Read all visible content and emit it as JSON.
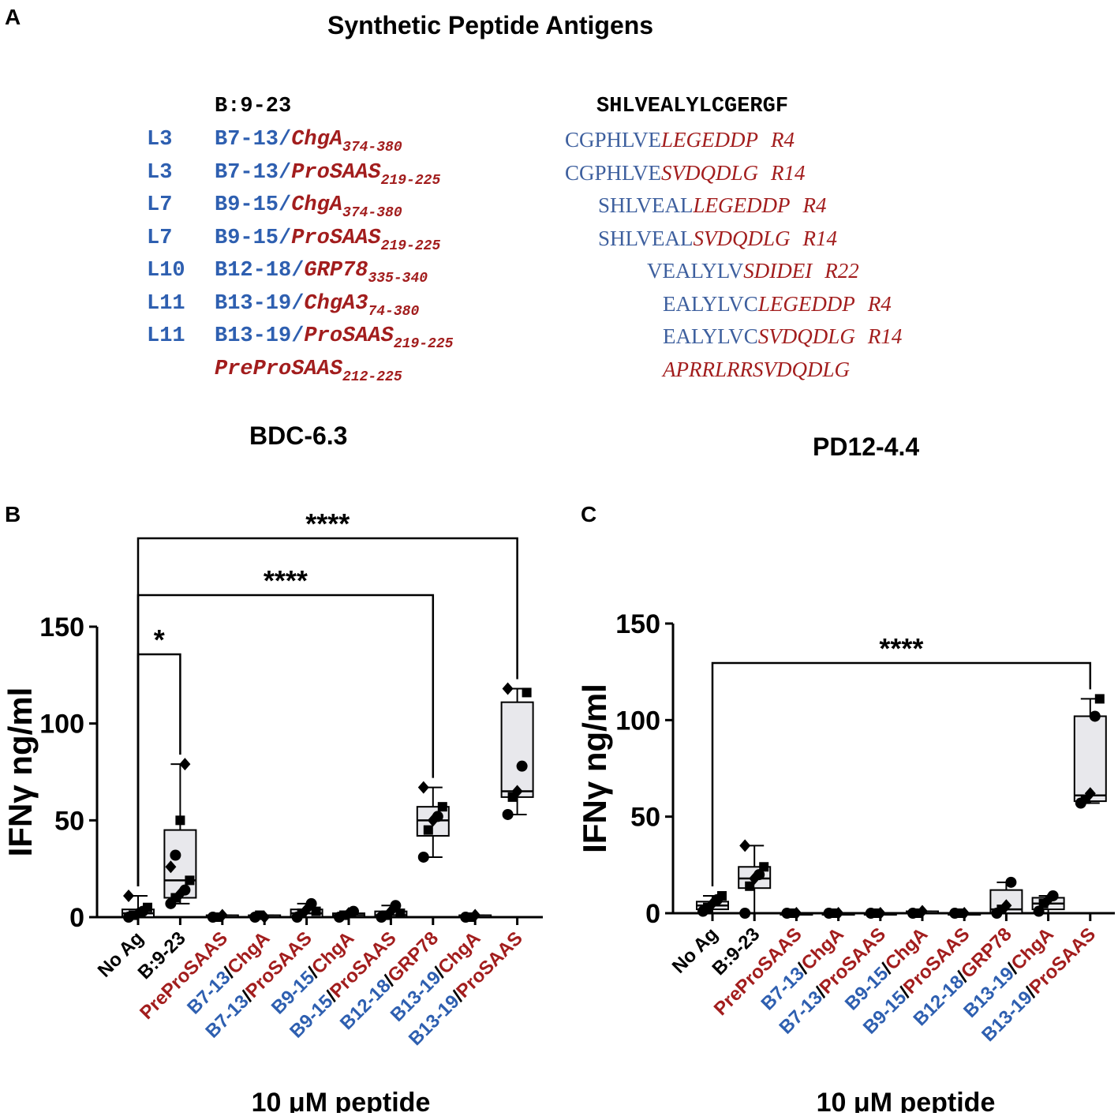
{
  "panels": {
    "a": "A",
    "b": "B",
    "c": "C"
  },
  "table": {
    "title": "Synthetic Peptide Antigens",
    "header": {
      "name": "B:9-23",
      "seq": "SHLVEALYLCGERGF"
    },
    "rows": [
      {
        "loop": "L3",
        "ins": "B7-13/",
        "frag": "ChgA",
        "sub": "374-380",
        "seq_blue": "CGPHLVE",
        "seq_red": "LEGEDDP",
        "tag": "R4"
      },
      {
        "loop": "L3",
        "ins": "B7-13/",
        "frag": "ProSAAS",
        "sub": "219-225",
        "seq_blue": "CGPHLVE",
        "seq_red": "SVDQDLG",
        "tag": "R14"
      },
      {
        "loop": "L7",
        "ins": "B9-15/",
        "frag": "ChgA",
        "sub": "374-380",
        "seq_blue": "SHLVEAL",
        "seq_red": "LEGEDDP",
        "tag": "R4"
      },
      {
        "loop": "L7",
        "ins": "B9-15/",
        "frag": "ProSAAS",
        "sub": "219-225",
        "seq_blue": "SHLVEAL",
        "seq_red": "SVDQDLG",
        "tag": "R14"
      },
      {
        "loop": "L10",
        "ins": "B12-18/",
        "frag": "GRP78",
        "sub": "335-340",
        "seq_blue": "VEALYLV",
        "seq_red": "SDIDEI",
        "tag": "R22"
      },
      {
        "loop": "L11",
        "ins": "B13-19/",
        "frag": "ChgA3",
        "sub": "74-380",
        "seq_blue": "EALYLVC",
        "seq_red": "LEGEDDP",
        "tag": "R4"
      },
      {
        "loop": "L11",
        "ins": "B13-19/",
        "frag": "ProSAAS",
        "sub": "219-225",
        "seq_blue": "EALYLVC",
        "seq_red": "SVDQDLG",
        "tag": "R14"
      },
      {
        "loop": "",
        "ins": "",
        "frag": "PreProSAAS",
        "sub": "212-225",
        "seq_blue": "",
        "seq_red": "APRRLRRSVDQDLG",
        "tag": ""
      }
    ]
  },
  "colors": {
    "blue": "#2e5fb0",
    "red": "#a21d1d",
    "black": "#000000",
    "box_fill": "#e8e8ec"
  },
  "chart_data": [
    {
      "type": "box",
      "title": "BDC-6.3",
      "ylabel": "IFNγ ng/ml",
      "xlabel": "10 μM peptide",
      "ylim": [
        0,
        150
      ],
      "yticks": [
        0,
        50,
        100,
        150
      ],
      "categories": [
        {
          "parts": [
            {
              "t": "No Ag",
              "c": "black"
            }
          ]
        },
        {
          "parts": [
            {
              "t": "B:9-23",
              "c": "black"
            }
          ]
        },
        {
          "parts": [
            {
              "t": "PreProSAAS",
              "c": "red"
            }
          ]
        },
        {
          "parts": [
            {
              "t": "B7-13",
              "c": "blue"
            },
            {
              "t": "/",
              "c": "black"
            },
            {
              "t": "ChgA",
              "c": "red"
            }
          ]
        },
        {
          "parts": [
            {
              "t": "B7-13",
              "c": "blue"
            },
            {
              "t": "/",
              "c": "black"
            },
            {
              "t": "ProSAAS",
              "c": "red"
            }
          ]
        },
        {
          "parts": [
            {
              "t": "B9-15",
              "c": "blue"
            },
            {
              "t": "/",
              "c": "black"
            },
            {
              "t": "ChgA",
              "c": "red"
            }
          ]
        },
        {
          "parts": [
            {
              "t": "B9-15",
              "c": "blue"
            },
            {
              "t": "/",
              "c": "black"
            },
            {
              "t": "ProSAAS",
              "c": "red"
            }
          ]
        },
        {
          "parts": [
            {
              "t": "B12-18",
              "c": "blue"
            },
            {
              "t": "/",
              "c": "black"
            },
            {
              "t": "GRP78",
              "c": "red"
            }
          ]
        },
        {
          "parts": [
            {
              "t": "B13-19",
              "c": "blue"
            },
            {
              "t": "/",
              "c": "black"
            },
            {
              "t": "ChgA",
              "c": "red"
            }
          ]
        },
        {
          "parts": [
            {
              "t": "B13-19",
              "c": "blue"
            },
            {
              "t": "/",
              "c": "black"
            },
            {
              "t": "ProSAAS",
              "c": "red"
            }
          ]
        }
      ],
      "boxes": [
        {
          "min": 0,
          "q1": 0,
          "median": 2,
          "q3": 4,
          "max": 11,
          "points": [
            0,
            1,
            2,
            3,
            5,
            11
          ]
        },
        {
          "min": 7,
          "q1": 10,
          "median": 19,
          "q3": 45,
          "max": 79,
          "points": [
            7,
            10,
            12,
            14,
            19,
            26,
            32,
            50,
            79
          ]
        },
        {
          "min": 0,
          "q1": 0,
          "median": 0,
          "q3": 1,
          "max": 1,
          "points": [
            0,
            0,
            1
          ]
        },
        {
          "min": 0,
          "q1": 0,
          "median": 0,
          "q3": 1,
          "max": 1,
          "points": [
            0,
            1,
            0
          ]
        },
        {
          "min": 0,
          "q1": 0,
          "median": 2,
          "q3": 4,
          "max": 7,
          "points": [
            0,
            2,
            4,
            7,
            3
          ]
        },
        {
          "min": 0,
          "q1": 0,
          "median": 1,
          "q3": 2,
          "max": 3,
          "points": [
            0,
            1,
            2,
            3
          ]
        },
        {
          "min": 0,
          "q1": 0,
          "median": 1,
          "q3": 3,
          "max": 6,
          "points": [
            0,
            1,
            3,
            6,
            2
          ]
        },
        {
          "min": 31,
          "q1": 42,
          "median": 50,
          "q3": 57,
          "max": 67,
          "points": [
            31,
            45,
            50,
            52,
            57,
            67
          ]
        },
        {
          "min": 0,
          "q1": 0,
          "median": 0,
          "q3": 1,
          "max": 1,
          "points": [
            0,
            0,
            1
          ]
        },
        {
          "min": 53,
          "q1": 62,
          "median": 65,
          "q3": 111,
          "max": 118,
          "points": [
            53,
            62,
            65,
            78,
            116,
            118
          ]
        }
      ],
      "brackets": [
        {
          "from": 0,
          "to": 1,
          "label": "*"
        },
        {
          "from": 0,
          "to": 7,
          "label": "****"
        },
        {
          "from": 0,
          "to": 9,
          "label": "****"
        }
      ]
    },
    {
      "type": "box",
      "title": "PD12-4.4",
      "ylabel": "IFNγ ng/ml",
      "xlabel": "10 μM peptide",
      "ylim": [
        0,
        150
      ],
      "yticks": [
        0,
        50,
        100,
        150
      ],
      "categories": [
        {
          "parts": [
            {
              "t": "No Ag",
              "c": "black"
            }
          ]
        },
        {
          "parts": [
            {
              "t": "B:9-23",
              "c": "black"
            }
          ]
        },
        {
          "parts": [
            {
              "t": "PreProSAAS",
              "c": "red"
            }
          ]
        },
        {
          "parts": [
            {
              "t": "B7-13",
              "c": "blue"
            },
            {
              "t": "/",
              "c": "black"
            },
            {
              "t": "ChgA",
              "c": "red"
            }
          ]
        },
        {
          "parts": [
            {
              "t": "B7-13",
              "c": "blue"
            },
            {
              "t": "/",
              "c": "black"
            },
            {
              "t": "ProSAAS",
              "c": "red"
            }
          ]
        },
        {
          "parts": [
            {
              "t": "B9-15",
              "c": "blue"
            },
            {
              "t": "/",
              "c": "black"
            },
            {
              "t": "ChgA",
              "c": "red"
            }
          ]
        },
        {
          "parts": [
            {
              "t": "B9-15",
              "c": "blue"
            },
            {
              "t": "/",
              "c": "black"
            },
            {
              "t": "ProSAAS",
              "c": "red"
            }
          ]
        },
        {
          "parts": [
            {
              "t": "B12-18",
              "c": "blue"
            },
            {
              "t": "/",
              "c": "black"
            },
            {
              "t": "GRP78",
              "c": "red"
            }
          ]
        },
        {
          "parts": [
            {
              "t": "B13-19",
              "c": "blue"
            },
            {
              "t": "/",
              "c": "black"
            },
            {
              "t": "ChgA",
              "c": "red"
            }
          ]
        },
        {
          "parts": [
            {
              "t": "B13-19",
              "c": "blue"
            },
            {
              "t": "/",
              "c": "black"
            },
            {
              "t": "ProSAAS",
              "c": "red"
            }
          ]
        }
      ],
      "boxes": [
        {
          "min": 0,
          "q1": 2,
          "median": 4,
          "q3": 6,
          "max": 9,
          "points": [
            1,
            3,
            5,
            7,
            9
          ]
        },
        {
          "min": 0,
          "q1": 13,
          "median": 18,
          "q3": 24,
          "max": 35,
          "points": [
            0,
            14,
            18,
            20,
            24,
            35
          ]
        },
        {
          "min": 0,
          "q1": 0,
          "median": 0,
          "q3": 0,
          "max": 0,
          "points": [
            0,
            0,
            0
          ]
        },
        {
          "min": 0,
          "q1": 0,
          "median": 0,
          "q3": 0,
          "max": 0,
          "points": [
            0,
            0,
            0
          ]
        },
        {
          "min": 0,
          "q1": 0,
          "median": 0,
          "q3": 0,
          "max": 0,
          "points": [
            0,
            0,
            0
          ]
        },
        {
          "min": 0,
          "q1": 0,
          "median": 0,
          "q3": 1,
          "max": 1,
          "points": [
            0,
            0,
            1
          ]
        },
        {
          "min": 0,
          "q1": 0,
          "median": 0,
          "q3": 0,
          "max": 0,
          "points": [
            0,
            0,
            0
          ]
        },
        {
          "min": 0,
          "q1": 0,
          "median": 2,
          "q3": 12,
          "max": 16,
          "points": [
            0,
            2,
            4,
            16
          ]
        },
        {
          "min": 0,
          "q1": 2,
          "median": 5,
          "q3": 8,
          "max": 9,
          "points": [
            1,
            5,
            7,
            9
          ]
        },
        {
          "min": 57,
          "q1": 58,
          "median": 61,
          "q3": 102,
          "max": 111,
          "points": [
            57,
            59,
            62,
            102,
            111
          ]
        }
      ],
      "brackets": [
        {
          "from": 0,
          "to": 9,
          "label": "****"
        }
      ]
    }
  ]
}
